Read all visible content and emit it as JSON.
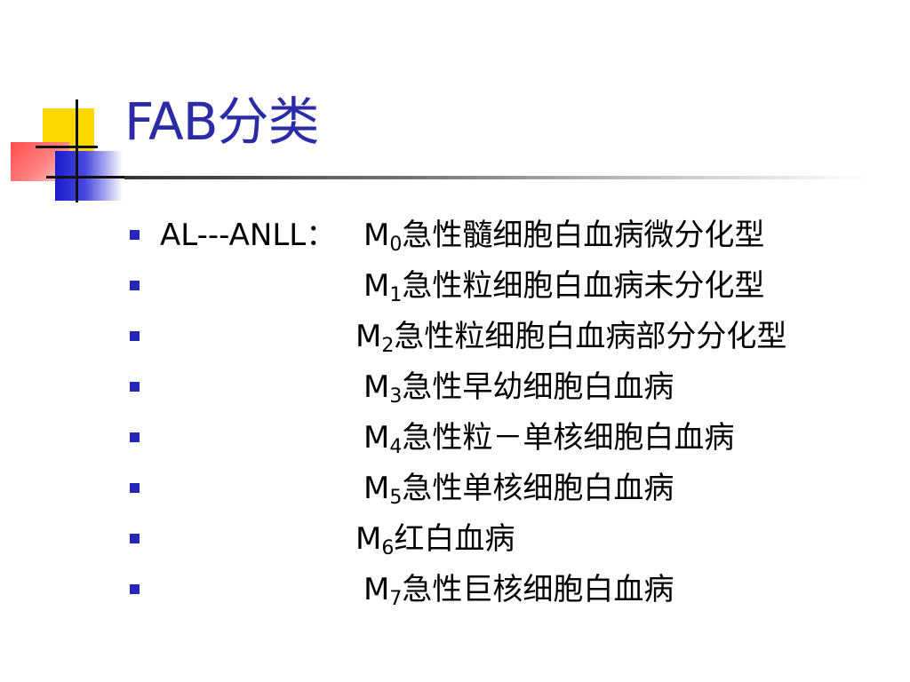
{
  "slide": {
    "title": "FAB分类",
    "lead": "AL---ANLL：",
    "items": [
      {
        "m": "M",
        "sub": "0",
        "desc": "急性髓细胞白血病微分化型"
      },
      {
        "m": "M",
        "sub": "1",
        "desc": "急性粒细胞白血病未分化型"
      },
      {
        "m": "M",
        "sub": "2",
        "desc": "急性粒细胞白血病部分分化型"
      },
      {
        "m": "M",
        "sub": "3",
        "desc": "急性早幼细胞白血病"
      },
      {
        "m": "M",
        "sub": "4",
        "desc": "急性粒－单核细胞白血病"
      },
      {
        "m": "M",
        "sub": "5",
        "desc": "急性单核细胞白血病"
      },
      {
        "m": "M",
        "sub": "6",
        "desc": "红白血病"
      },
      {
        "m": "M",
        "sub": "7",
        "desc": "急性巨核细胞白血病"
      }
    ]
  },
  "colors": {
    "title": "#2b2ba8",
    "bullet": "#2626b8",
    "accent_yellow": "#ffd800",
    "accent_red": "#ff4d4d",
    "accent_blue": "#1a1acc"
  }
}
